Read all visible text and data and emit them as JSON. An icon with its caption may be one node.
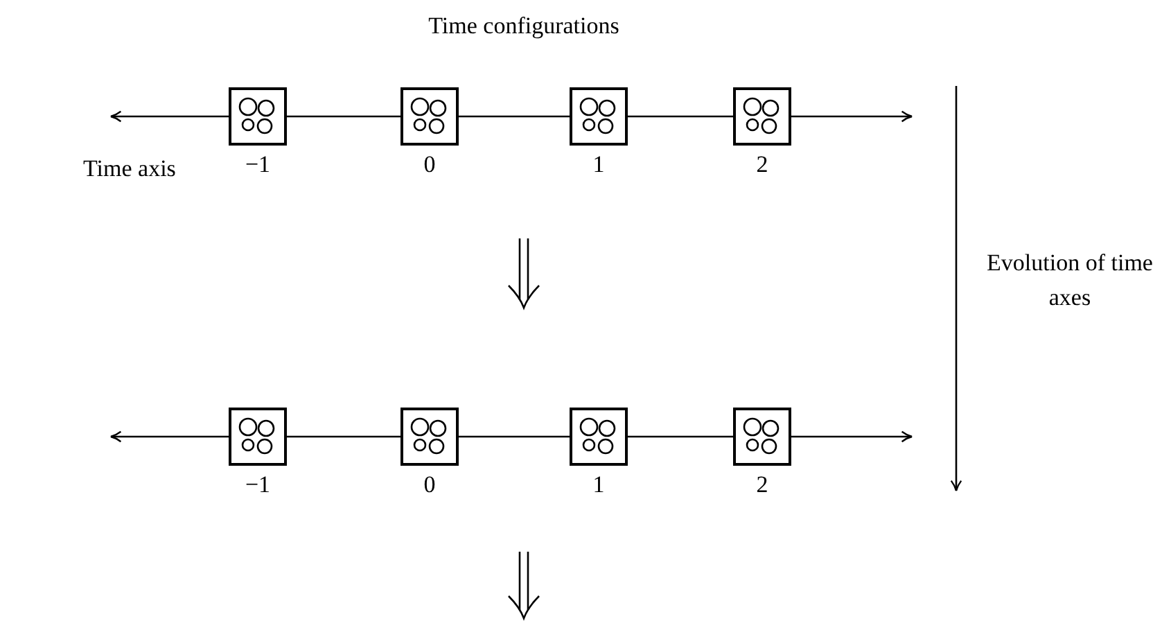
{
  "diagram": {
    "nodes": [
      {
        "text": [],
        "shape": "picture",
        "beside": [
          "−1"
        ]
      },
      {
        "text": [],
        "shape": "picture",
        "beside": [
          "0"
        ]
      },
      {
        "text": [],
        "shape": "picture",
        "beside": [
          "1"
        ]
      },
      {
        "text": [],
        "shape": "picture",
        "beside": [
          "2"
        ]
      },
      {
        "text": [],
        "shape": "picture",
        "beside": [
          "−1"
        ]
      },
      {
        "text": [],
        "shape": "picture",
        "beside": [
          "0"
        ]
      },
      {
        "text": [],
        "shape": "picture",
        "beside": [
          "1"
        ]
      },
      {
        "text": [],
        "shape": "picture",
        "beside": [
          "2"
        ]
      }
    ],
    "edges": [
      {
        "from": 0,
        "to": null,
        "arrow": "to"
      },
      {
        "from": 0,
        "to": 1,
        "arrow": "none"
      },
      {
        "from": 1,
        "to": 2,
        "arrow": "none"
      },
      {
        "from": 2,
        "to": 3,
        "arrow": "none"
      },
      {
        "from": 3,
        "to": null,
        "arrow": "to"
      },
      {
        "from": 4,
        "to": null,
        "arrow": "to"
      },
      {
        "from": 4,
        "to": 5,
        "arrow": "none"
      },
      {
        "from": 5,
        "to": 6,
        "arrow": "none"
      },
      {
        "from": 6,
        "to": 7,
        "arrow": "none"
      },
      {
        "from": 7,
        "to": null,
        "arrow": "to"
      }
    ],
    "labels": [
      "Time configurations",
      "Time axis",
      "Evolution of time axes"
    ]
  }
}
